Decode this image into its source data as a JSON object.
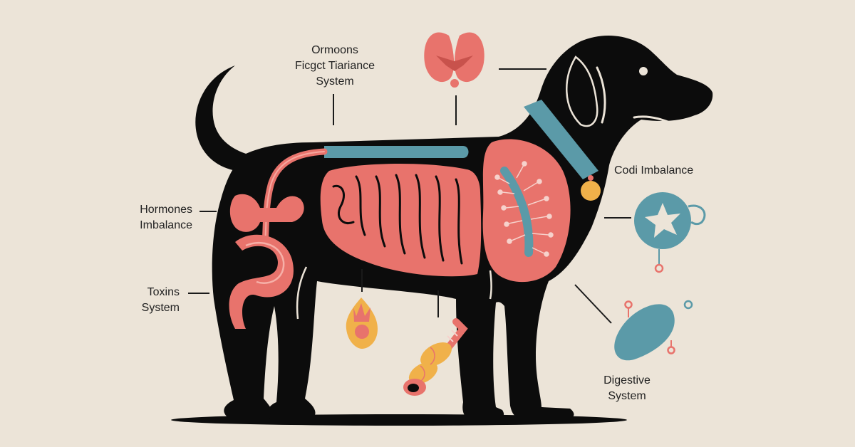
{
  "labels": {
    "top": [
      "Ormoons",
      "Ficgct Tiariance",
      "System"
    ],
    "hormones": [
      "Hormones",
      "Imbalance"
    ],
    "toxins": [
      "Toxins",
      "System"
    ],
    "codi": "Codi Imbalance",
    "digestive": [
      "Digestive",
      "System"
    ]
  },
  "colors": {
    "background": "#ece4d8",
    "silhouette": "#0c0c0c",
    "organ_pink": "#e8736c",
    "organ_teal": "#5b9aa8",
    "accent_yellow": "#f0b14a",
    "line": "#1a1a1a"
  }
}
